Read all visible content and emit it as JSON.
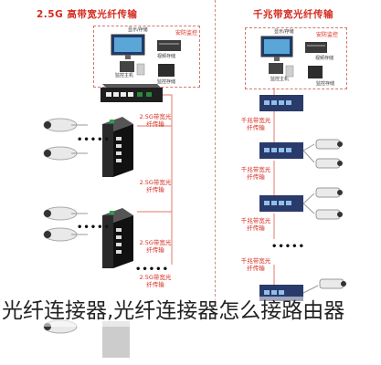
{
  "left": {
    "title": "2.5G 高带宽光纤传输",
    "monitor_panel": "安防监控",
    "monitor_labels": [
      "显示/存储",
      "视频存储",
      "监控主机",
      "监控存储"
    ],
    "link_label": "2.5G带宽光纤传输"
  },
  "right": {
    "title": "千兆带宽光纤传输",
    "monitor_panel": "安防监控",
    "monitor_labels": [
      "显示/存储",
      "视频存储",
      "监控主机",
      "监控存储"
    ],
    "link_label": "千兆带宽光纤传输"
  },
  "dots": "•••••",
  "caption": "光纤连接器,光纤连接器怎么接路由器",
  "colors": {
    "accent": "#d42a1e",
    "switch": "#2a3a6a",
    "link": "#e07a6a"
  }
}
